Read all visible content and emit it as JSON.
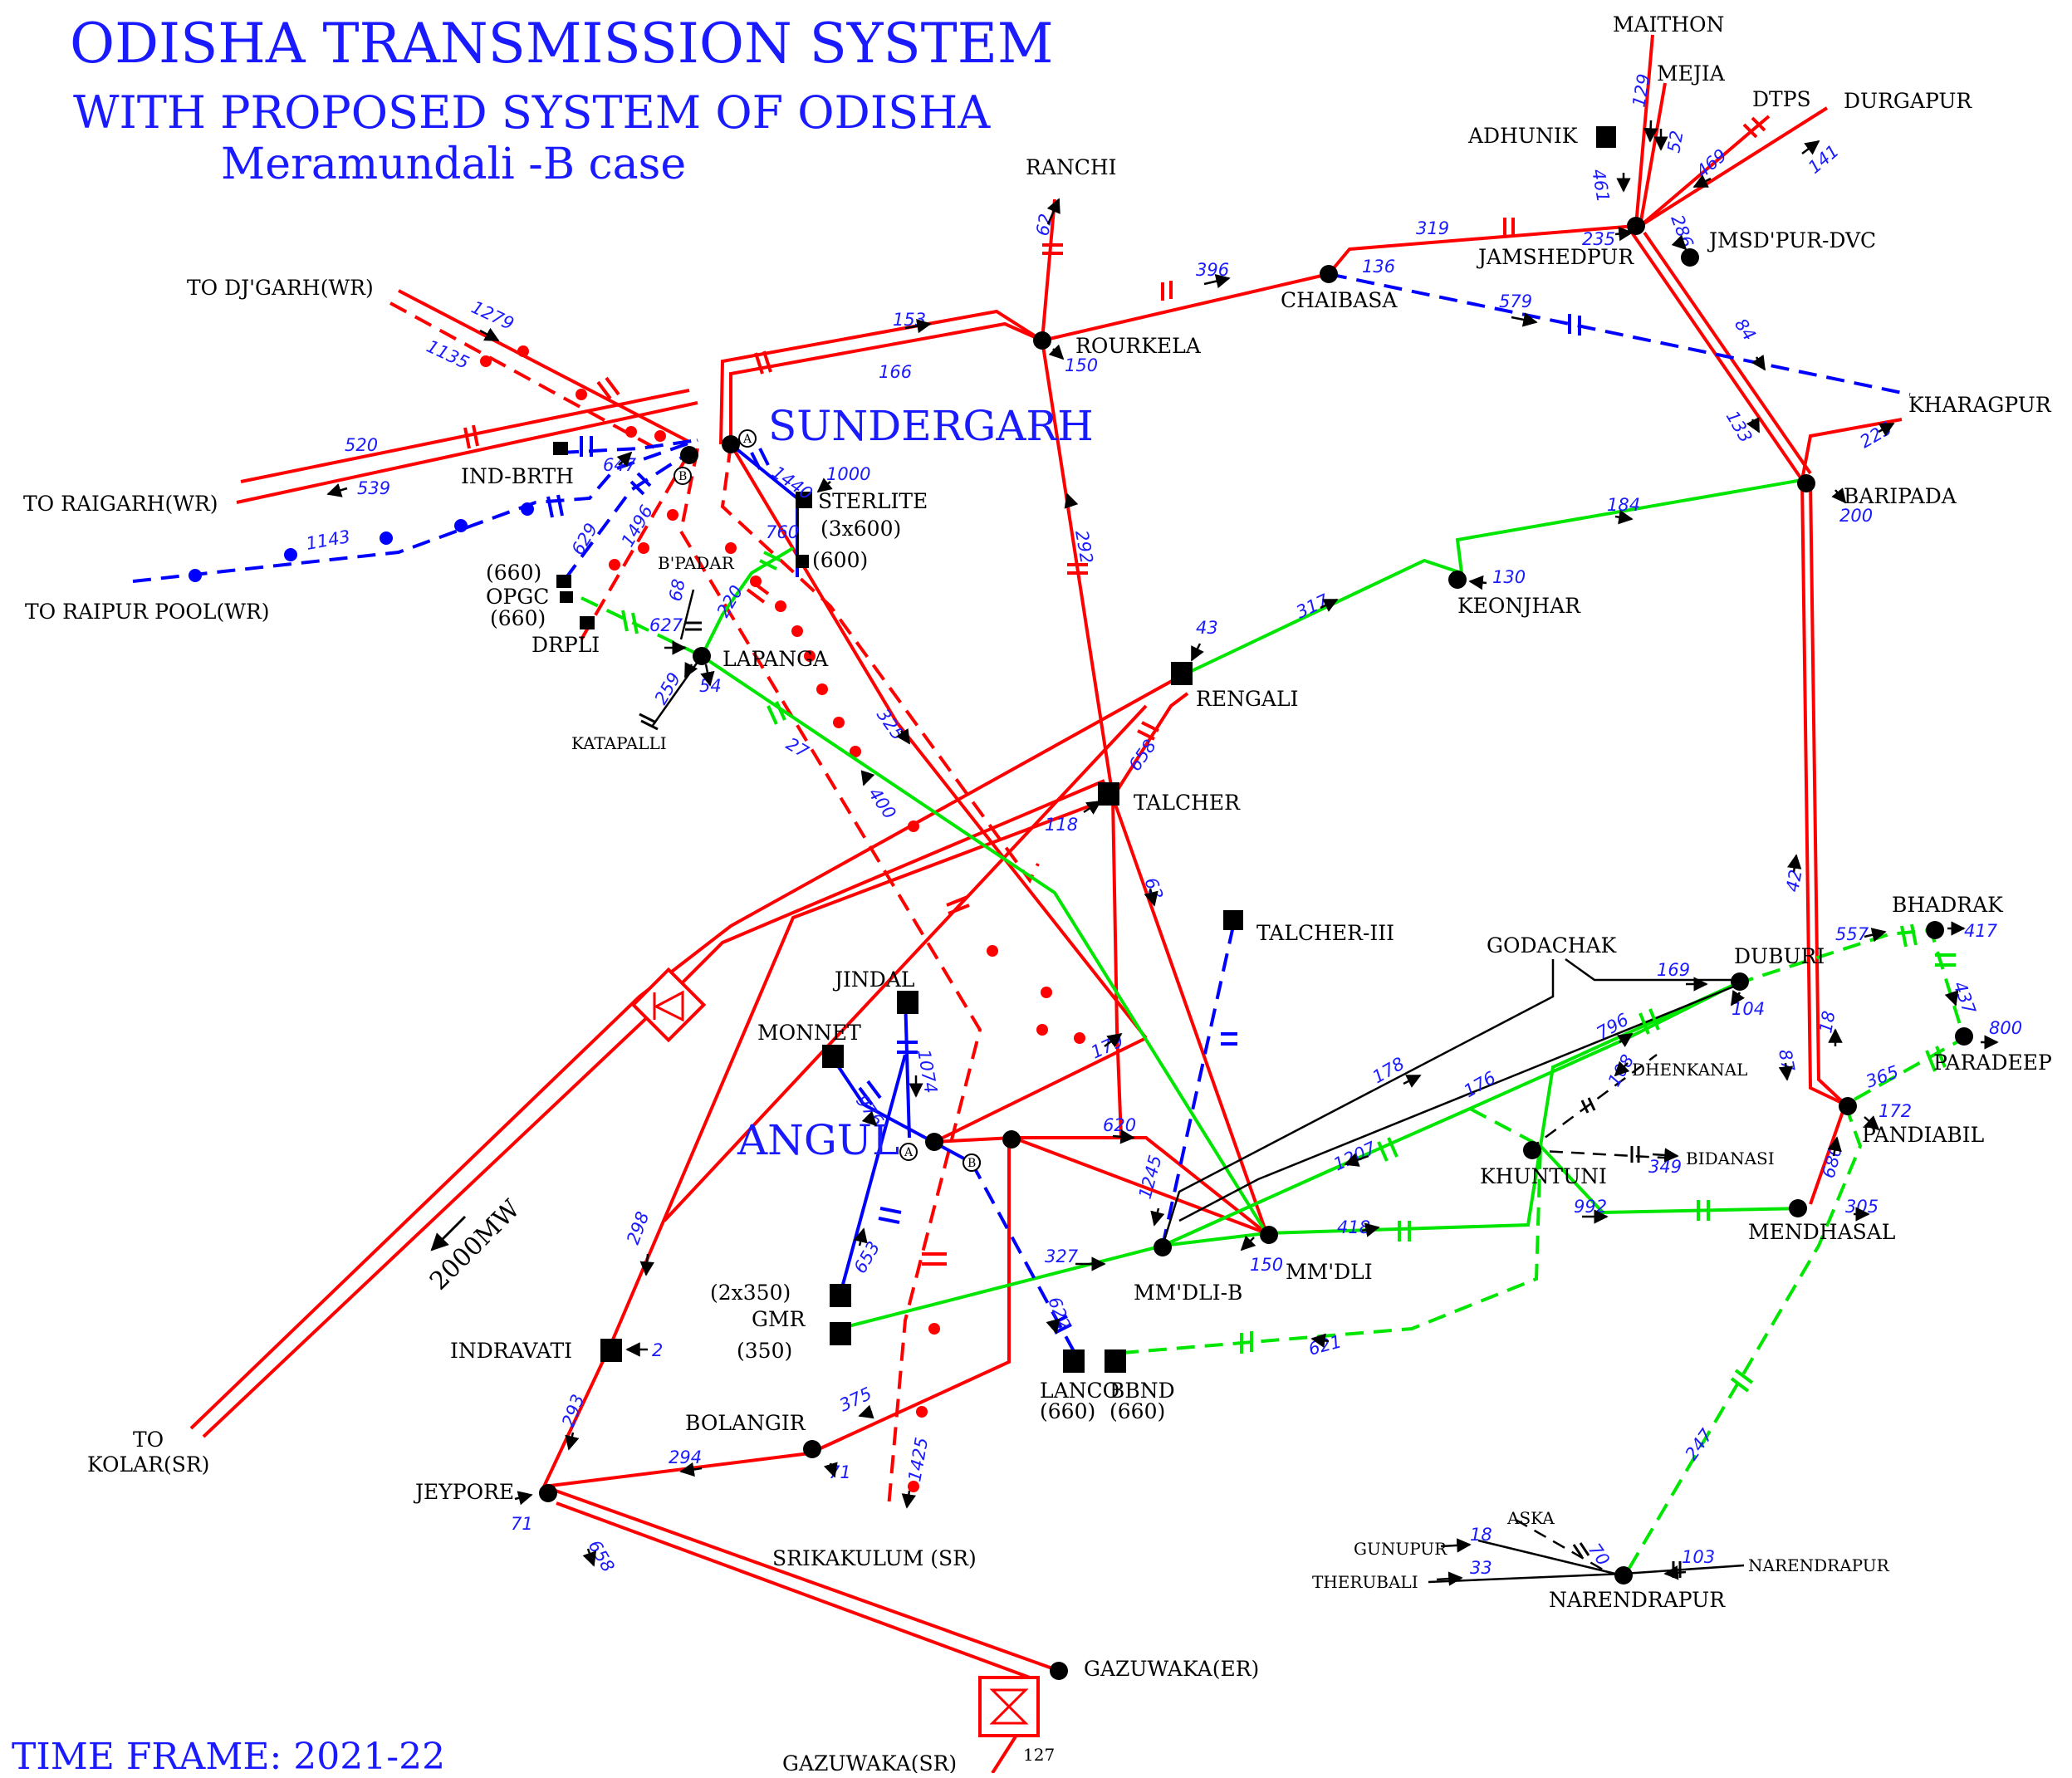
{
  "title": "ODISHA TRANSMISSION SYSTEM",
  "subtitle": "WITH PROPOSED SYSTEM OF ODISHA",
  "case_label": "Meramundali -B  case",
  "time_frame": "TIME FRAME: 2021-22",
  "scale_label": "2000MW",
  "colors": {
    "line_400kv": "#ff0000",
    "line_220kv": "#00e600",
    "line_proposed": "#0000ff",
    "line_132kv": "#000000",
    "title": "#1a1aff"
  },
  "stations": {
    "maithon": "MAITHON",
    "mejia": "MEJIA",
    "dtps": "DTPS",
    "durgapur": "DURGAPUR",
    "adhunik": "ADHUNIK",
    "ranchi": "RANCHI",
    "jamshedpur": "JAMSHEDPUR",
    "jmsd_dvc": "JMSD'PUR-DVC",
    "chaibasa": "CHAIBASA",
    "rourkela": "ROURKELA",
    "dj_garh": "TO DJ'GARH(WR)",
    "sundergarh": "SUNDERGARH",
    "kharagpur": "KHARAGPUR",
    "baripada": "BARIPADA",
    "raigarh": "TO RAIGARH(WR)",
    "ind_brth": "IND-BRTH",
    "sterlite": "STERLITE",
    "sterlite_cap1": "(3x600)",
    "sterlite_cap2": "(600)",
    "raipur": "TO RAIPUR POOL(WR)",
    "opgc_cap1": "(660)",
    "opgc": "OPGC",
    "opgc_cap2": "(660)",
    "bpadar": "B'PADAR",
    "drpli": "DRPLI",
    "lapanga": "LAPANGA",
    "keonjhar": "KEONJHAR",
    "rengali": "RENGALI",
    "katapalli": "KATAPALLI",
    "talcher": "TALCHER",
    "talcher3": "TALCHER-III",
    "jindal": "JINDAL",
    "godachak": "GODACHAK",
    "duburi": "DUBURI",
    "bhadrak": "BHADRAK",
    "monnet": "MONNET",
    "paradeep": "PARADEEP",
    "dhenkanal": "DHENKANAL",
    "angul": "ANGUL",
    "pandiabil": "PANDIABIL",
    "khuntuni": "KHUNTUNI",
    "bidanasi": "BIDANASI",
    "mendhasal": "MENDHASAL",
    "gmr_cap1": "(2x350)",
    "gmr": "GMR",
    "gmr_cap2": "(350)",
    "mmdli_b": "MM'DLI-B",
    "mmdli": "MM'DLI",
    "indravati": "INDRAVATI",
    "lanco": "LANCO",
    "bbnd": "BBND",
    "lanco_cap": "(660)",
    "bbnd_cap": "(660)",
    "kolar_1": "TO",
    "kolar_2": "KOLAR(SR)",
    "bolangir": "BOLANGIR",
    "jeypore": "JEYPORE",
    "aska": "ASKA",
    "gunupur": "GUNUPUR",
    "therubali": "THERUBALI",
    "narendrapur_in": "NARENDRAPUR",
    "narendrapur": "NARENDRAPUR",
    "srikakulum": "SRIKAKULUM (SR)",
    "gazuwaka_er": "GAZUWAKA(ER)",
    "gazuwaka_sr": "GAZUWAKA(SR)"
  },
  "flows": {
    "f129": "129",
    "f52": "52",
    "f469": "469",
    "f141": "141",
    "f461": "461",
    "f235": "235",
    "f286": "286",
    "f319": "319",
    "f62": "62",
    "f396": "396",
    "f136": "136",
    "f579": "579",
    "f153": "153",
    "f166": "166",
    "f150a": "150",
    "f1279": "1279",
    "f1135": "1135",
    "f84": "84",
    "f520": "520",
    "f539": "539",
    "f647": "647",
    "f1440": "1440",
    "f1000": "1000",
    "f133": "133",
    "f225": "225",
    "f200": "200",
    "f1143": "1143",
    "f629": "629",
    "f1496": "1496",
    "f760": "760",
    "f292": "292",
    "f184": "184",
    "f68": "68",
    "f220": "220",
    "f627": "627",
    "f317": "317",
    "f130": "130",
    "f259": "259",
    "f54": "54",
    "f43": "43",
    "f27": "27",
    "f325": "325",
    "f658a": "658",
    "f400": "400",
    "f118": "118",
    "f63": "63",
    "f42": "42",
    "f557": "557",
    "f417": "417",
    "f169": "169",
    "f104": "104",
    "f437": "437",
    "f1074": "1074",
    "f796": "796",
    "f800": "800",
    "f179": "179",
    "f18": "18",
    "f87": "87",
    "f365": "365",
    "f976": "976",
    "f178": "178",
    "f108": "108",
    "f176": "176",
    "f172": "172",
    "f620": "620",
    "f1207": "1207",
    "f349": "349",
    "f680": "680",
    "f1245": "1245",
    "f992": "992",
    "f305": "305",
    "f418": "418",
    "f653": "653",
    "f327": "327",
    "f150b": "150",
    "f622": "622",
    "f298": "298",
    "f2": "2",
    "f621": "621",
    "f375": "375",
    "f293": "293",
    "f294": "294",
    "f71a": "71",
    "f1425": "1425",
    "f247": "247",
    "f71b": "71",
    "f658b": "658",
    "f70": "70",
    "f18b": "18",
    "f33": "33",
    "f103": "103",
    "f127": "127"
  }
}
